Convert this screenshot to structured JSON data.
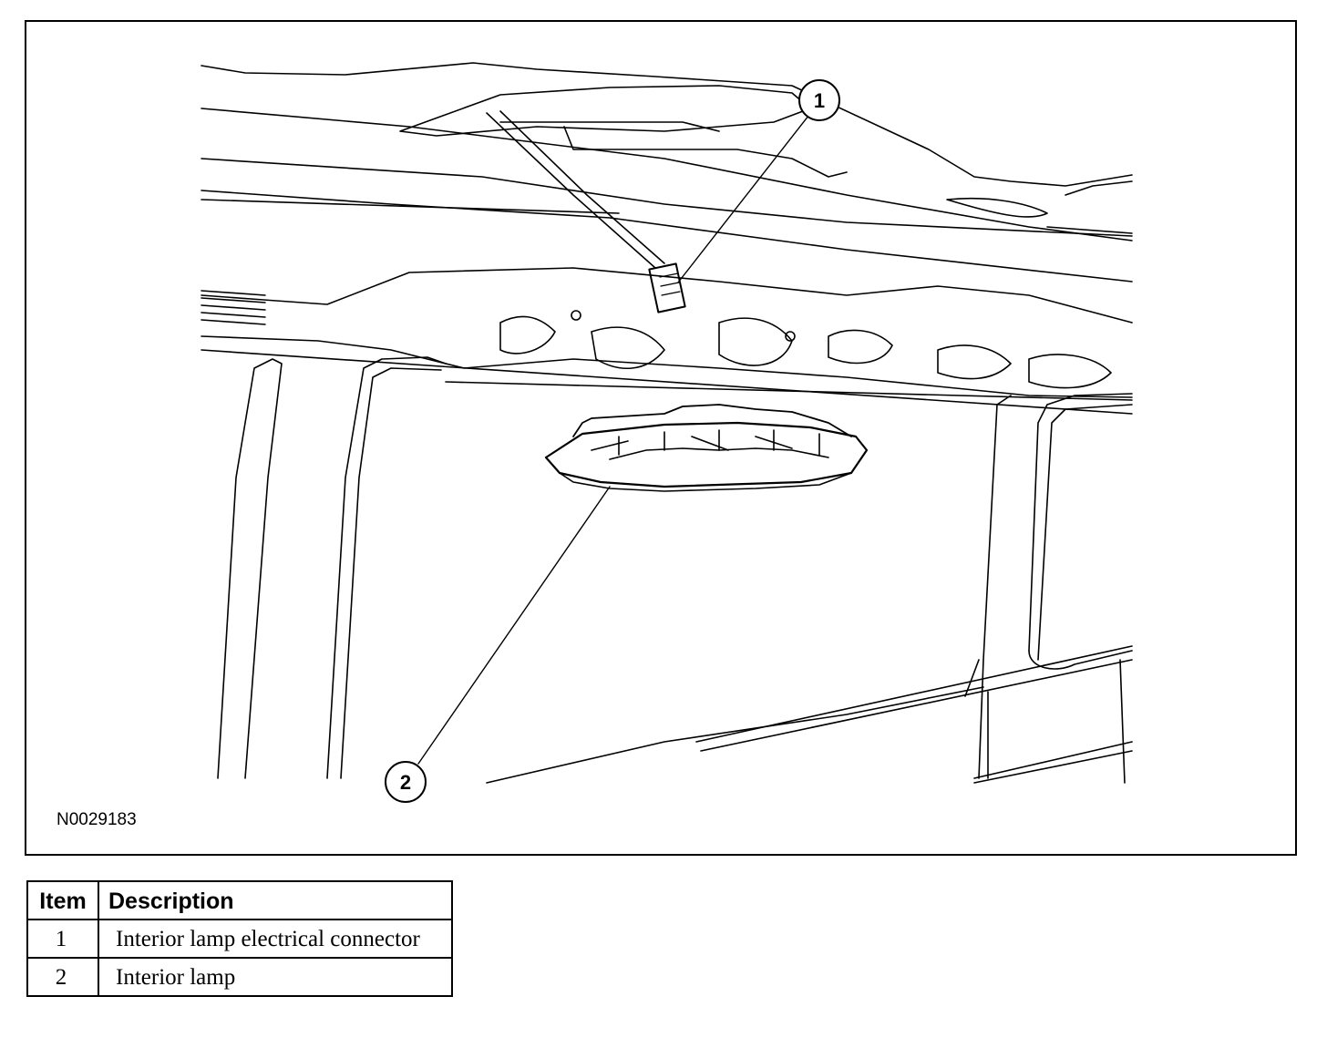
{
  "figure": {
    "id_label": "N0029183",
    "callouts": [
      {
        "number": "1"
      },
      {
        "number": "2"
      }
    ]
  },
  "legend": {
    "headers": {
      "item": "Item",
      "description": "Description"
    },
    "rows": [
      {
        "item": "1",
        "description": "Interior lamp electrical connector"
      },
      {
        "item": "2",
        "description": "Interior lamp"
      }
    ]
  },
  "colors": {
    "line": "#000000",
    "background": "#ffffff"
  }
}
